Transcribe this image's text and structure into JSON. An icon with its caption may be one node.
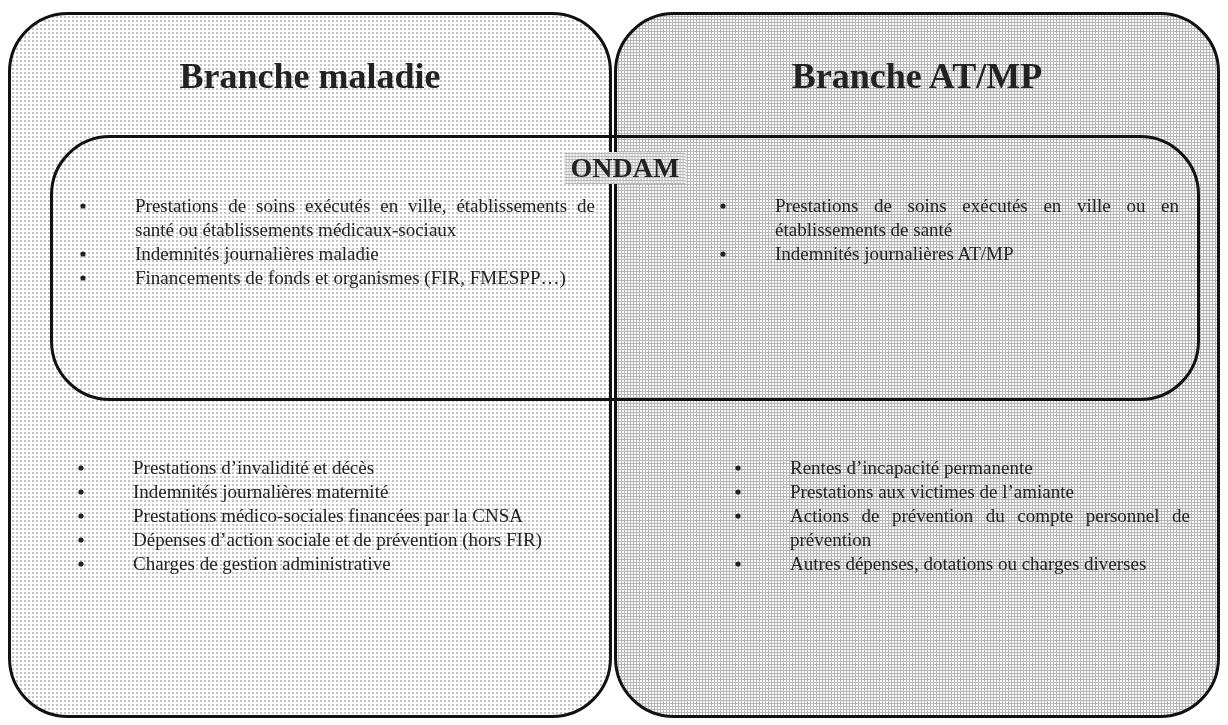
{
  "diagram": {
    "nodes": [
      {
        "text": [
          "Branche maladie",
          "Prestations d’invalidité et décès",
          "Indemnités journalières maternité",
          "Prestations médico-sociales financées par la CNSA",
          "Dépenses d’action sociale et de prévention (hors FIR)",
          "Charges de gestion administrative"
        ]
      },
      {
        "text": [
          "Branche AT/MP",
          "Rentes d’incapacité permanente",
          "Prestations aux victimes de l’amiante",
          "Actions de prévention du compte personnel de prévention",
          "Autres dépenses, dotations ou charges diverses"
        ]
      },
      {
        "text": [
          "ONDAM",
          "Prestations de soins exécutés en ville, établissements de santé ou établissements médicaux-sociaux",
          "Indemnités journalières maladie",
          "Financements de fonds et organismes (FIR, FMESPP…)",
          "Prestations de soins exécutés en ville ou en établissements de santé",
          "Indemnités journalières AT/MP"
        ]
      }
    ]
  }
}
